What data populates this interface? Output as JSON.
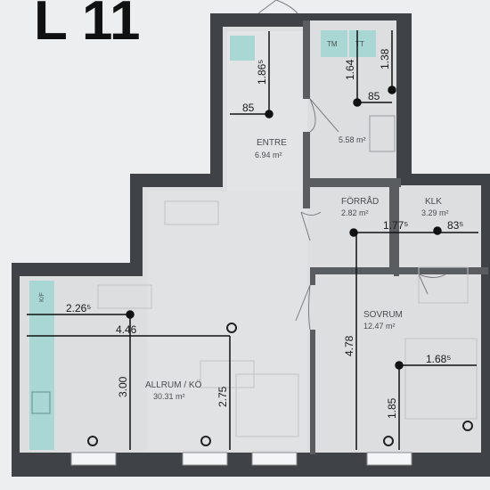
{
  "plan_title": "L 11",
  "colors": {
    "wall": "#3f4246",
    "floor": "#dcdedf",
    "page": "#eceef0",
    "accent_fixture": "#a9d8d4",
    "dim_line": "#111111",
    "label": "#4a4d50"
  },
  "rooms": {
    "entre": {
      "name": "ENTRE",
      "area": "6.94 m²"
    },
    "bath": {
      "area": "5.58 m²"
    },
    "forrad": {
      "name": "FÖRRÅD",
      "area": "2.82 m²"
    },
    "klk": {
      "name": "KLK",
      "area": "3.29 m²"
    },
    "sovrum": {
      "name": "SOVRUM",
      "area": "12.47 m²"
    },
    "allrum": {
      "name": "ALLRUM / KÖ",
      "area": "30.31 m²"
    }
  },
  "fixtures": {
    "tm": "TM",
    "tt": "TT",
    "kf": "K/F"
  },
  "dimensions": {
    "entre_height": "1.86⁵",
    "entre_width": "85",
    "bath_height_a": "1.64",
    "bath_height_b": "1.38",
    "bath_width": "85",
    "forrad_width": "1.77⁵",
    "klk_width": "83⁵",
    "sovrum_height": "4.78",
    "sovrum_width": "1.68⁵",
    "sovrum_height_b": "1.85",
    "allrum_width_a": "2.26⁵",
    "allrum_width_b": "4.46",
    "allrum_height_a": "3.00",
    "allrum_height_b": "2.75"
  }
}
